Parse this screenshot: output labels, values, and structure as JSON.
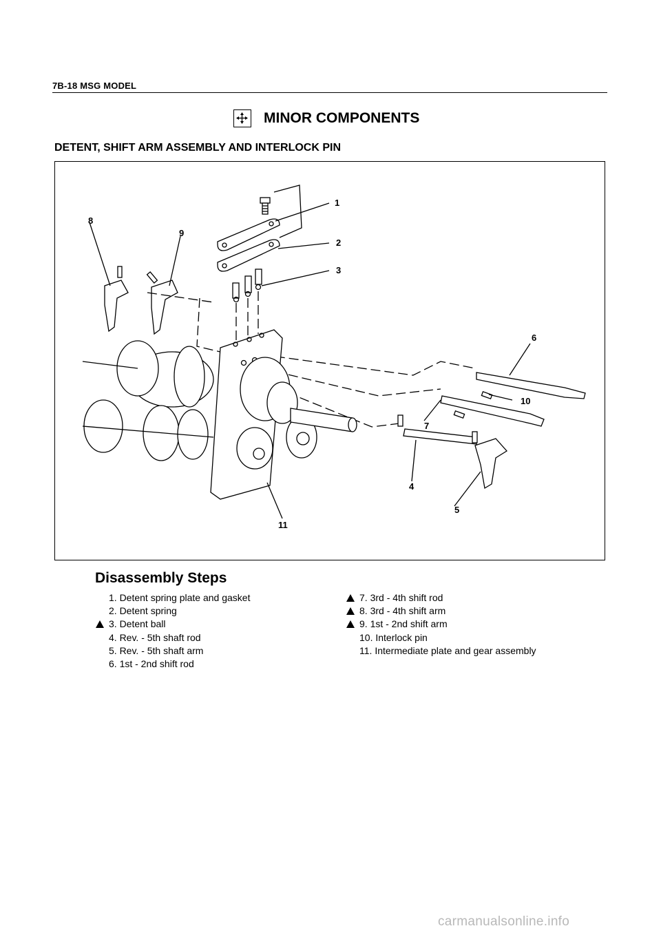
{
  "page_header": "7B-18  MSG MODEL",
  "title": "MINOR COMPONENTS",
  "title_icon": "move-arrows-icon",
  "section_heading": "DETENT, SHIFT ARM ASSEMBLY AND INTERLOCK PIN",
  "figure": {
    "callouts": [
      "1",
      "2",
      "3",
      "4",
      "5",
      "6",
      "7",
      "8",
      "9",
      "10",
      "11"
    ]
  },
  "steps_heading": "Disassembly Steps",
  "steps_left": [
    {
      "text": "1. Detent spring plate and gasket",
      "marked": false
    },
    {
      "text": "2. Detent spring",
      "marked": false
    },
    {
      "text": "3. Detent ball",
      "marked": true
    },
    {
      "text": "4. Rev. - 5th shaft rod",
      "marked": false
    },
    {
      "text": "5. Rev. - 5th shaft arm",
      "marked": false
    },
    {
      "text": "6. 1st - 2nd shift rod",
      "marked": false
    }
  ],
  "steps_right": [
    {
      "text": "7. 3rd - 4th shift rod",
      "marked": true
    },
    {
      "text": "8. 3rd - 4th shift arm",
      "marked": true
    },
    {
      "text": "9. 1st - 2nd shift arm",
      "marked": true
    },
    {
      "text": "10. Interlock pin",
      "marked": false
    },
    {
      "text": "11. Intermediate plate and gear assembly",
      "marked": false
    }
  ],
  "watermark": "carmanualsonline.info"
}
